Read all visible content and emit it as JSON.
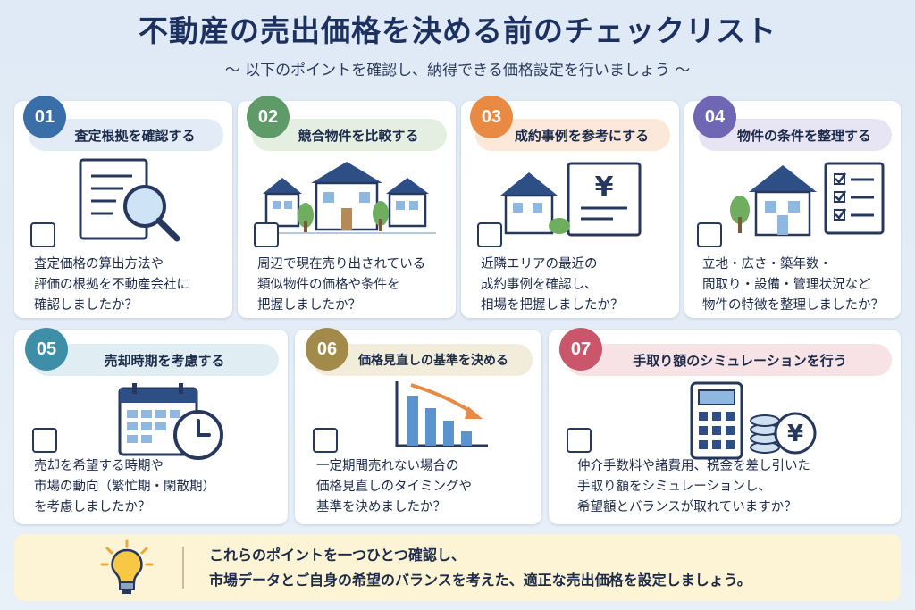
{
  "title": "不動産の売出価格を決める前のチェックリスト",
  "subtitle": "〜 以下のポイントを確認し、納得できる価格設定を行いましょう 〜",
  "items": [
    {
      "num": "01",
      "heading": "査定根拠を確認する",
      "text": "査定価格の算出方法や\n評価の根拠を不動産会社に\n確認しましたか？",
      "icon": "document-magnifier-icon",
      "color": "#3a6ea8",
      "pill": "#e2ebf6"
    },
    {
      "num": "02",
      "heading": "競合物件を比較する",
      "text": "周辺で現在売り出されている\n類似物件の価格や条件を\n把握しましたか？",
      "icon": "houses-icon",
      "color": "#5e9b69",
      "pill": "#e4efe2"
    },
    {
      "num": "03",
      "heading": "成約事例を参考にする",
      "text": "近隣エリアの最近の\n成約事例を確認し、\n相場を把握しましたか？",
      "icon": "house-yen-document-icon",
      "color": "#e98a44",
      "pill": "#fbe8d8"
    },
    {
      "num": "04",
      "heading": "物件の条件を整理する",
      "text": "立地・広さ・築年数・\n間取り・設備・管理状況など\n物件の特徴を整理しましたか？",
      "icon": "house-checklist-icon",
      "color": "#6f66b4",
      "pill": "#e7e5f4"
    },
    {
      "num": "05",
      "heading": "売却時期を考慮する",
      "text": "売却を希望する時期や\n市場の動向（繁忙期・閑散期）\nを考慮しましたか？",
      "icon": "calendar-clock-icon",
      "color": "#3d8ea6",
      "pill": "#e0eef3"
    },
    {
      "num": "06",
      "heading": "価格見直しの基準を決める",
      "text": "一定期間売れない場合の\n価格見直しのタイミングや\n基準を決めましたか？",
      "icon": "declining-chart-icon",
      "color": "#a28a4a",
      "pill": "#f2ecda"
    },
    {
      "num": "07",
      "heading": "手取り額のシミュレーションを行う",
      "text": "仲介手数料や諸費用、税金を差し引いた\n手取り額をシミュレーションし、\n希望額とバランスが取れていますか？",
      "icon": "calculator-coins-icon",
      "color": "#c9566a",
      "pill": "#f7e2e5"
    }
  ],
  "yen_symbol": "¥",
  "bottom": {
    "icon": "lightbulb-icon",
    "text": "これらのポイントを一つひとつ確認し、\n市場データとご自身の希望のバランスを考えた、適正な売出価格を設定しましょう。"
  }
}
